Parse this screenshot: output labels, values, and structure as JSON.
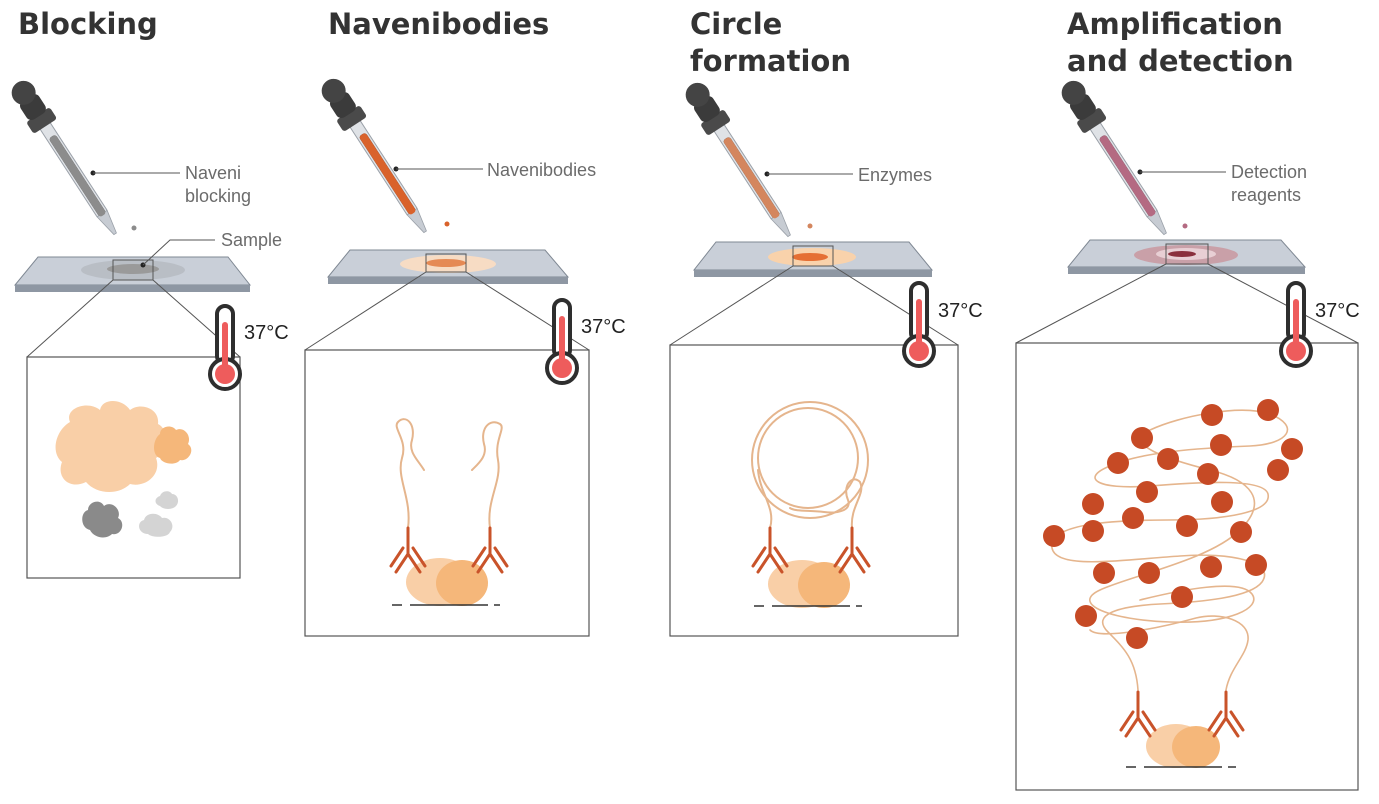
{
  "colors": {
    "title": "#333333",
    "callout": "#6b6b6b",
    "frame": "#555555",
    "slide_top": "#c9cfd8",
    "slide_side": "#8e97a3",
    "sample_peach": "#f9cfa7",
    "sample_orange": "#f5b77a",
    "cell_grey": "#8a8a8a",
    "cell_light_grey": "#d4d4d4",
    "dna_strand": "#e5b58d",
    "antibody": "#c9532a",
    "rca_dot": "#c64a25",
    "thermo_red": "#ee5c5c",
    "thermo_outline": "#2e2e2e"
  },
  "stages": [
    {
      "title_lines": [
        "Blocking"
      ],
      "reagent_label_lines": [
        "Naveni",
        "blocking"
      ],
      "reagent_color": "#8c8c8c",
      "sample_label": "Sample",
      "temperature": "37°C",
      "icon": "dropper-icon"
    },
    {
      "title_lines": [
        "Navenibodies"
      ],
      "reagent_label_lines": [
        "Navenibodies"
      ],
      "reagent_color": "#d9622b",
      "temperature": "37°C",
      "icon": "dropper-icon"
    },
    {
      "title_lines": [
        "Circle",
        "formation"
      ],
      "reagent_label_lines": [
        "Enzymes"
      ],
      "reagent_color": "#d4865e",
      "temperature": "37°C",
      "icon": "dropper-icon"
    },
    {
      "title_lines": [
        "Amplification",
        "and detection"
      ],
      "reagent_label_lines": [
        "Detection",
        "reagents"
      ],
      "reagent_color": "#b46a82",
      "temperature": "37°C",
      "icon": "dropper-icon"
    }
  ]
}
